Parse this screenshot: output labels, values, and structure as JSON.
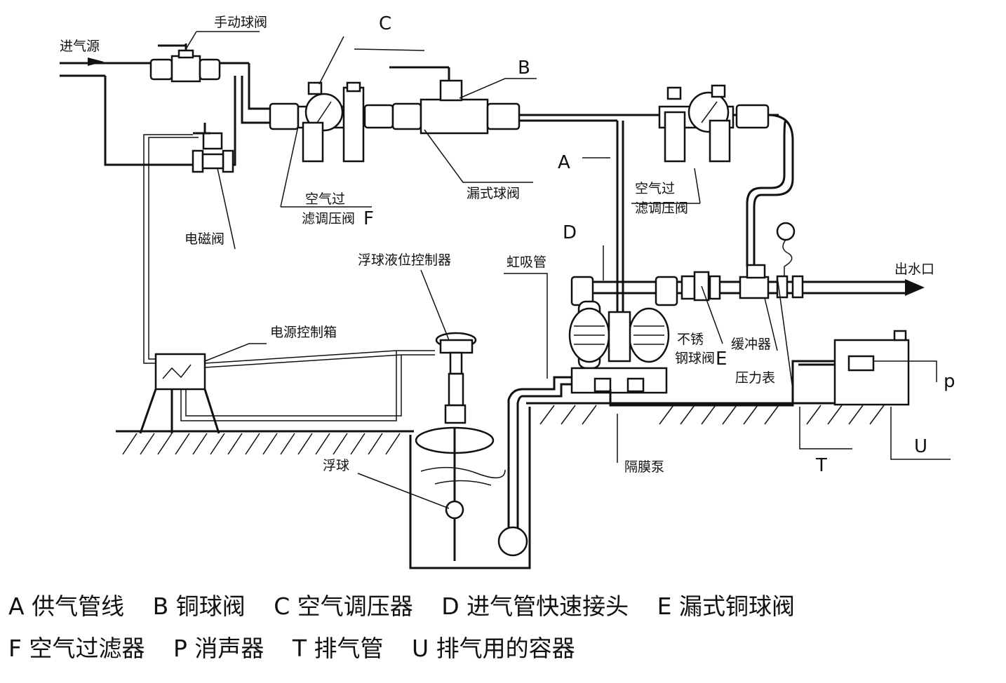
{
  "labels": {
    "air_source": "进气源",
    "manual_valve": "手动球阀",
    "c": "C",
    "b": "B",
    "a": "A",
    "d": "D",
    "filter_left_1": "空气过",
    "filter_left_2": "滤调压阀",
    "f": "F",
    "leak_valve": "漏式球阀",
    "filter_right_1": "空气过",
    "filter_right_2": "滤调压阀",
    "solenoid": "电磁阀",
    "float_controller": "浮球液位控制器",
    "siphon": "虹吸管",
    "outlet": "出水口",
    "power_box": "电源控制箱",
    "stainless_1": "不锈",
    "stainless_2": "钢球阀",
    "e": "E",
    "buffer": "缓冲器",
    "gauge": "压力表",
    "p": "p",
    "t": "T",
    "u": "U",
    "float_ball": "浮球",
    "diaphragm_pump": "隔膜泵"
  },
  "legend_row1": [
    "A 供气管线",
    "B 铜球阀",
    "C 空气调压器",
    "D 进气管快速接头",
    "E 漏式铜球阀"
  ],
  "legend_row2": [
    "F 空气过滤器",
    "P 消声器",
    "T 排气管",
    "U 排气用的容器"
  ]
}
